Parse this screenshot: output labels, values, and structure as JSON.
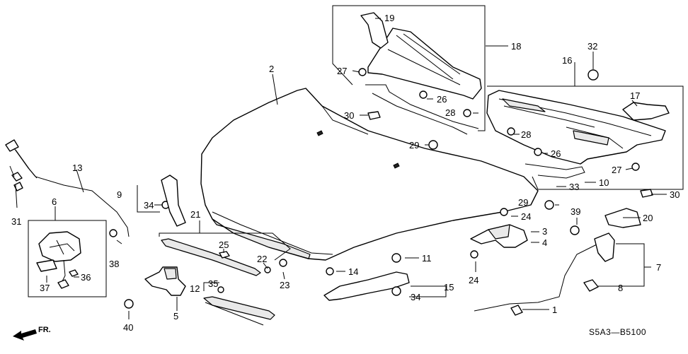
{
  "diagram": {
    "diagram_code": "S5A3—B5100",
    "direction_label": "FR.",
    "callouts": {
      "c1": "1",
      "c2": "2",
      "c3": "3",
      "c4": "4",
      "c5": "5",
      "c6": "6",
      "c7": "7",
      "c8": "8",
      "c9": "9",
      "c10": "10",
      "c11": "11",
      "c12": "12",
      "c13": "13",
      "c14": "14",
      "c15": "15",
      "c16": "16",
      "c17": "17",
      "c18": "18",
      "c19": "19",
      "c20": "20",
      "c21": "21",
      "c22": "22",
      "c23": "23",
      "c24a": "24",
      "c24b": "24",
      "c25": "25",
      "c26a": "26",
      "c26b": "26",
      "c27a": "27",
      "c27b": "27",
      "c28a": "28",
      "c28b": "28",
      "c29a": "29",
      "c29b": "29",
      "c30a": "30",
      "c30b": "30",
      "c31": "31",
      "c32": "32",
      "c33": "33",
      "c34a": "34",
      "c34b": "34",
      "c35": "35",
      "c36": "36",
      "c37": "37",
      "c38": "38",
      "c39": "39",
      "c40": "40"
    }
  }
}
